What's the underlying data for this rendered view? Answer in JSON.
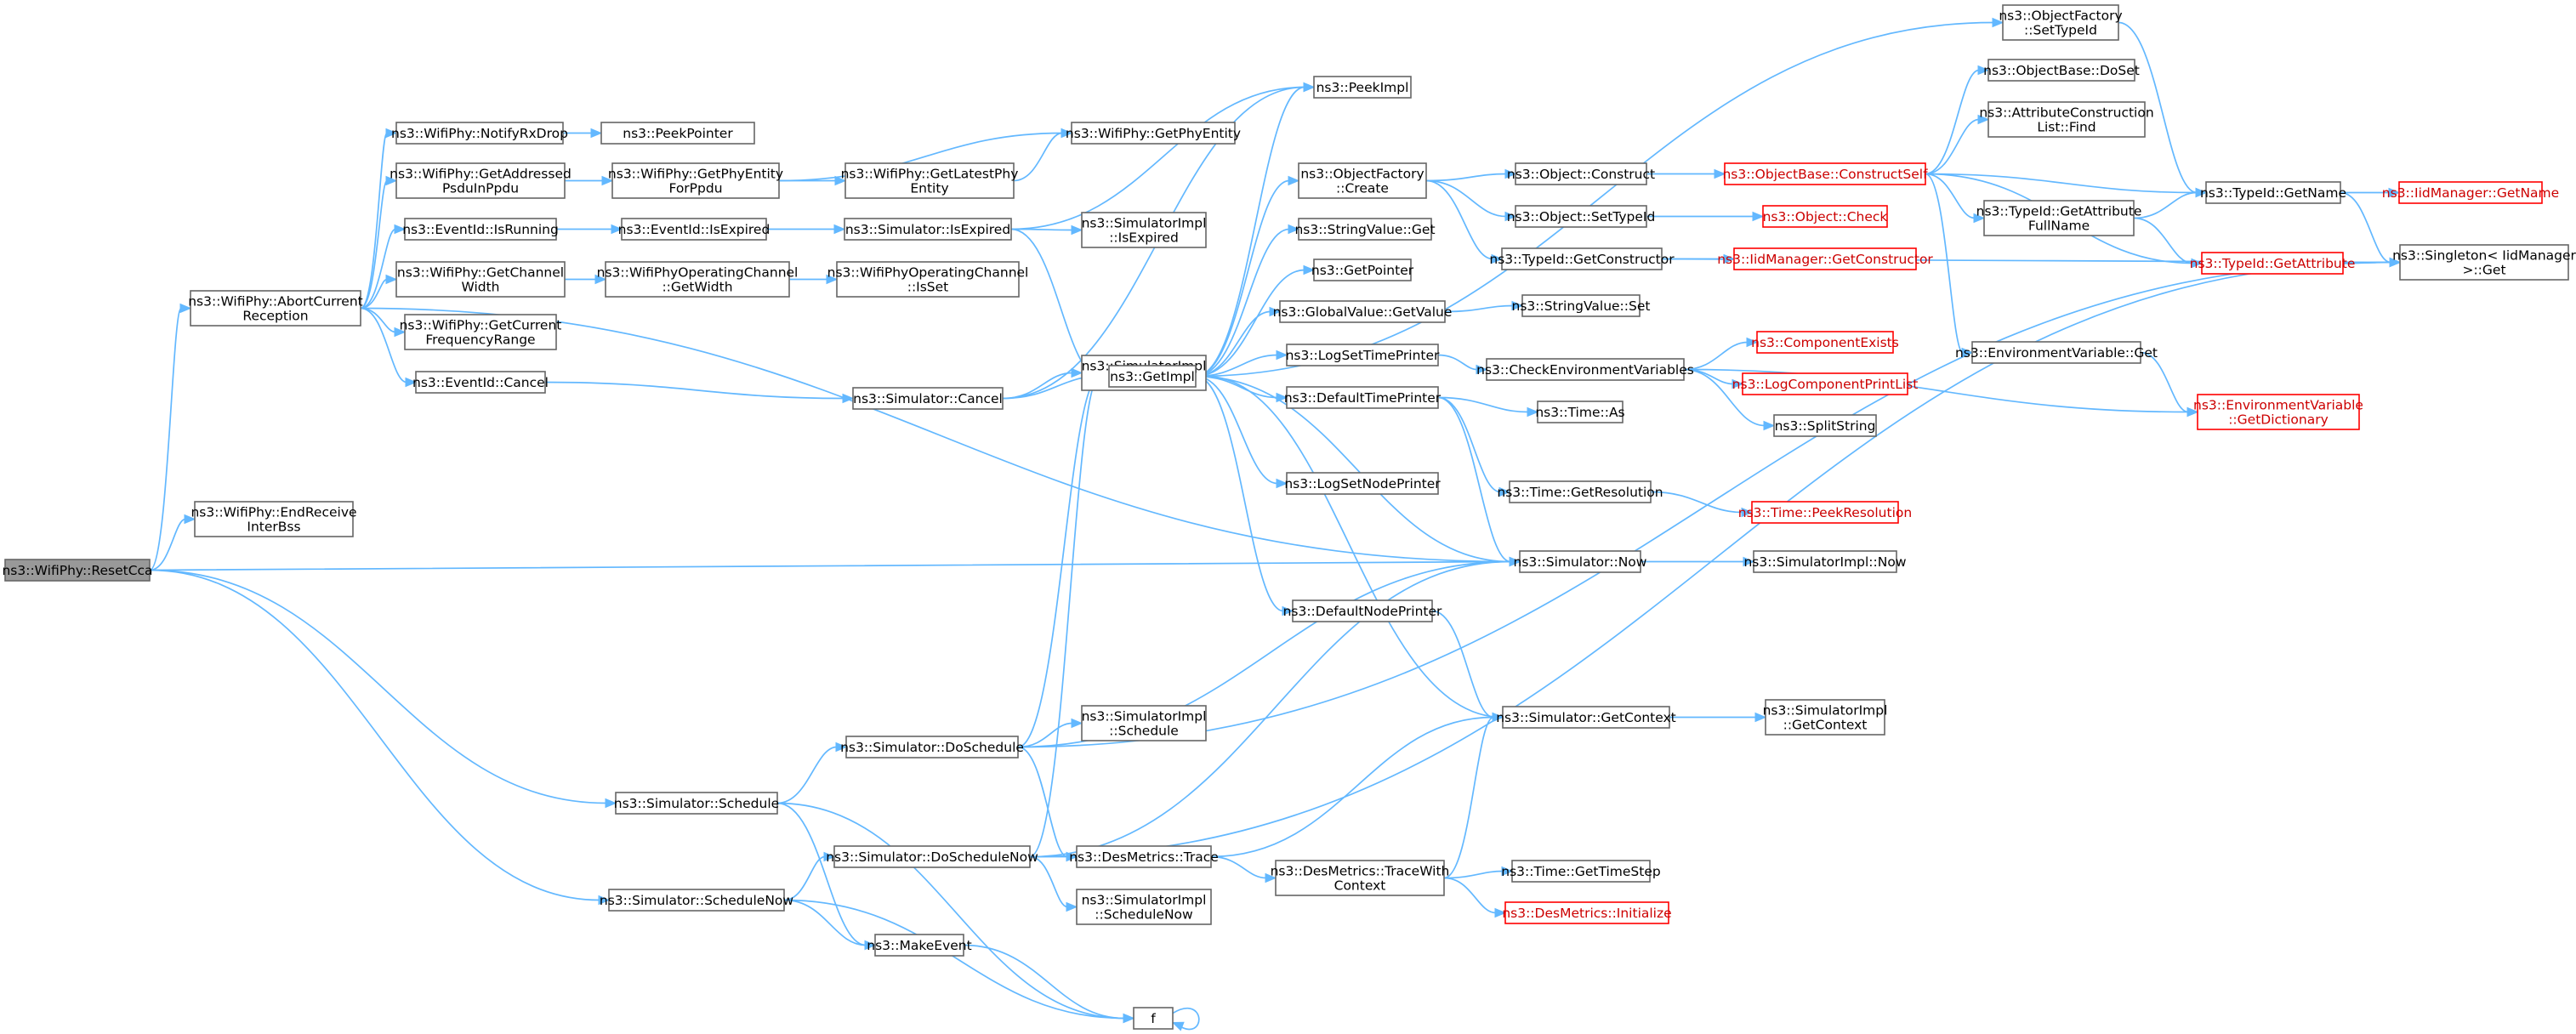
{
  "nodes": [
    {
      "id": "n_resetcca",
      "lines": [
        "ns3::WifiPhy::ResetCca"
      ],
      "root": true,
      "clickable": false
    },
    {
      "id": "n_abort",
      "lines": [
        "ns3::WifiPhy::AbortCurrent",
        "Reception"
      ]
    },
    {
      "id": "n_endrecv",
      "lines": [
        "ns3::WifiPhy::EndReceive",
        "InterBss"
      ]
    },
    {
      "id": "n_sched",
      "lines": [
        "ns3::Simulator::Schedule"
      ]
    },
    {
      "id": "n_schednow",
      "lines": [
        "ns3::Simulator::ScheduleNow"
      ]
    },
    {
      "id": "n_notifyrx",
      "lines": [
        "ns3::WifiPhy::NotifyRxDrop"
      ]
    },
    {
      "id": "n_getaddr",
      "lines": [
        "ns3::WifiPhy::GetAddressed",
        "PsduInPpdu"
      ]
    },
    {
      "id": "n_evrunning",
      "lines": [
        "ns3::EventId::IsRunning"
      ]
    },
    {
      "id": "n_getchw",
      "lines": [
        "ns3::WifiPhy::GetChannel",
        "Width"
      ]
    },
    {
      "id": "n_getfreq",
      "lines": [
        "ns3::WifiPhy::GetCurrent",
        "FrequencyRange"
      ]
    },
    {
      "id": "n_evcancel",
      "lines": [
        "ns3::EventId::Cancel"
      ]
    },
    {
      "id": "n_peekptr",
      "lines": [
        "ns3::PeekPointer"
      ]
    },
    {
      "id": "n_getphyppdu",
      "lines": [
        "ns3::WifiPhy::GetPhyEntity",
        "ForPpdu"
      ]
    },
    {
      "id": "n_evexpired",
      "lines": [
        "ns3::EventId::IsExpired"
      ]
    },
    {
      "id": "n_opchw",
      "lines": [
        "ns3::WifiPhyOperatingChannel",
        "::GetWidth"
      ]
    },
    {
      "id": "n_getphyent",
      "lines": [
        "ns3::WifiPhy::GetPhyEntity"
      ]
    },
    {
      "id": "n_getlatest",
      "lines": [
        "ns3::WifiPhy::GetLatestPhy",
        "Entity"
      ]
    },
    {
      "id": "n_simexpired",
      "lines": [
        "ns3::Simulator::IsExpired"
      ]
    },
    {
      "id": "n_opcisset",
      "lines": [
        "ns3::WifiPhyOperatingChannel",
        "::IsSet"
      ]
    },
    {
      "id": "n_simcancel",
      "lines": [
        "ns3::Simulator::Cancel"
      ]
    },
    {
      "id": "n_simimplexp",
      "lines": [
        "ns3::SimulatorImpl",
        "::IsExpired"
      ]
    },
    {
      "id": "n_simimplcancel",
      "lines": [
        "ns3::SimulatorImpl",
        "::Cancel"
      ]
    },
    {
      "id": "n_getimpl",
      "lines": [
        "ns3::GetImpl"
      ]
    },
    {
      "id": "n_peekimpl",
      "lines": [
        "ns3::PeekImpl"
      ]
    },
    {
      "id": "n_ofcreate",
      "lines": [
        "ns3::ObjectFactory",
        "::Create"
      ]
    },
    {
      "id": "n_strget",
      "lines": [
        "ns3::StringValue::Get"
      ]
    },
    {
      "id": "n_getptr",
      "lines": [
        "ns3::GetPointer"
      ]
    },
    {
      "id": "n_gvget",
      "lines": [
        "ns3::GlobalValue::GetValue"
      ]
    },
    {
      "id": "n_logtime",
      "lines": [
        "ns3::LogSetTimePrinter"
      ]
    },
    {
      "id": "n_deftime",
      "lines": [
        "ns3::DefaultTimePrinter"
      ]
    },
    {
      "id": "n_lognode",
      "lines": [
        "ns3::LogSetNodePrinter"
      ]
    },
    {
      "id": "n_defnode",
      "lines": [
        "ns3::DefaultNodePrinter"
      ]
    },
    {
      "id": "n_doschedule",
      "lines": [
        "ns3::Simulator::DoSchedule"
      ]
    },
    {
      "id": "n_doschednow",
      "lines": [
        "ns3::Simulator::DoScheduleNow"
      ]
    },
    {
      "id": "n_makeevent",
      "lines": [
        "ns3::MakeEvent"
      ]
    },
    {
      "id": "n_f",
      "lines": [
        "f"
      ]
    },
    {
      "id": "n_implsched",
      "lines": [
        "ns3::SimulatorImpl",
        "::Schedule"
      ]
    },
    {
      "id": "n_destrace",
      "lines": [
        "ns3::DesMetrics::Trace"
      ]
    },
    {
      "id": "n_implschednow",
      "lines": [
        "ns3::SimulatorImpl",
        "::ScheduleNow"
      ]
    },
    {
      "id": "n_destracectx",
      "lines": [
        "ns3::DesMetrics::TraceWith",
        "Context"
      ]
    },
    {
      "id": "n_objconstruct",
      "lines": [
        "ns3::Object::Construct"
      ]
    },
    {
      "id": "n_objsettid",
      "lines": [
        "ns3::Object::SetTypeId"
      ]
    },
    {
      "id": "n_tidgetctor",
      "lines": [
        "ns3::TypeId::GetConstructor"
      ]
    },
    {
      "id": "n_strset",
      "lines": [
        "ns3::StringValue::Set"
      ]
    },
    {
      "id": "n_checkenv",
      "lines": [
        "ns3::CheckEnvironmentVariables"
      ]
    },
    {
      "id": "n_timeas",
      "lines": [
        "ns3::Time::As"
      ]
    },
    {
      "id": "n_timegetres",
      "lines": [
        "ns3::Time::GetResolution"
      ]
    },
    {
      "id": "n_simnow",
      "lines": [
        "ns3::Simulator::Now"
      ]
    },
    {
      "id": "n_simgetctx",
      "lines": [
        "ns3::Simulator::GetContext"
      ]
    },
    {
      "id": "n_timegetstep",
      "lines": [
        "ns3::Time::GetTimeStep"
      ]
    },
    {
      "id": "n_desinit",
      "lines": [
        "ns3::DesMetrics::Initialize"
      ],
      "trunc": true
    },
    {
      "id": "n_ofsettid",
      "lines": [
        "ns3::ObjectFactory",
        "::SetTypeId"
      ]
    },
    {
      "id": "n_obconstructself",
      "lines": [
        "ns3::ObjectBase::ConstructSelf"
      ],
      "trunc": true
    },
    {
      "id": "n_objcheck",
      "lines": [
        "ns3::Object::Check"
      ],
      "trunc": true
    },
    {
      "id": "n_iidgetctor",
      "lines": [
        "ns3::IidManager::GetConstructor"
      ],
      "trunc": true
    },
    {
      "id": "n_compexists",
      "lines": [
        "ns3::ComponentExists"
      ],
      "trunc": true
    },
    {
      "id": "n_logcomplist",
      "lines": [
        "ns3::LogComponentPrintList"
      ],
      "trunc": true
    },
    {
      "id": "n_splitstr",
      "lines": [
        "ns3::SplitString"
      ]
    },
    {
      "id": "n_peekres",
      "lines": [
        "ns3::Time::PeekResolution"
      ],
      "trunc": true
    },
    {
      "id": "n_implnow",
      "lines": [
        "ns3::SimulatorImpl::Now"
      ]
    },
    {
      "id": "n_implgetctx",
      "lines": [
        "ns3::SimulatorImpl",
        "::GetContext"
      ]
    },
    {
      "id": "n_obdoset",
      "lines": [
        "ns3::ObjectBase::DoSet"
      ]
    },
    {
      "id": "n_attrfind",
      "lines": [
        "ns3::AttributeConstruction",
        "List::Find"
      ]
    },
    {
      "id": "n_tidgetattrfn",
      "lines": [
        "ns3::TypeId::GetAttribute",
        "FullName"
      ]
    },
    {
      "id": "n_envget",
      "lines": [
        "ns3::EnvironmentVariable::Get"
      ]
    },
    {
      "id": "n_tidgetname",
      "lines": [
        "ns3::TypeId::GetName"
      ]
    },
    {
      "id": "n_tidgetattr",
      "lines": [
        "ns3::TypeId::GetAttribute"
      ],
      "trunc": true
    },
    {
      "id": "n_envgetdict",
      "lines": [
        "ns3::EnvironmentVariable",
        "::GetDictionary"
      ],
      "trunc": true
    },
    {
      "id": "n_iidgetname",
      "lines": [
        "ns3::IidManager::GetName"
      ],
      "trunc": true
    },
    {
      "id": "n_singleton",
      "lines": [
        "ns3::Singleton< IidManager",
        " >::Get"
      ]
    }
  ],
  "edges": [
    [
      "n_resetcca",
      "n_abort"
    ],
    [
      "n_resetcca",
      "n_endrecv"
    ],
    [
      "n_resetcca",
      "n_simnow"
    ],
    [
      "n_resetcca",
      "n_sched"
    ],
    [
      "n_resetcca",
      "n_schednow"
    ],
    [
      "n_abort",
      "n_notifyrx"
    ],
    [
      "n_abort",
      "n_getaddr"
    ],
    [
      "n_abort",
      "n_evrunning"
    ],
    [
      "n_abort",
      "n_getchw"
    ],
    [
      "n_abort",
      "n_getfreq"
    ],
    [
      "n_abort",
      "n_evcancel"
    ],
    [
      "n_abort",
      "n_simnow"
    ],
    [
      "n_notifyrx",
      "n_peekptr"
    ],
    [
      "n_getaddr",
      "n_getphyppdu"
    ],
    [
      "n_getphyppdu",
      "n_getphyent"
    ],
    [
      "n_getphyppdu",
      "n_getlatest"
    ],
    [
      "n_getlatest",
      "n_getphyent"
    ],
    [
      "n_evrunning",
      "n_evexpired"
    ],
    [
      "n_evexpired",
      "n_simexpired"
    ],
    [
      "n_simexpired",
      "n_simimplexp"
    ],
    [
      "n_simexpired",
      "n_peekimpl"
    ],
    [
      "n_simexpired",
      "n_getimpl"
    ],
    [
      "n_getchw",
      "n_opchw"
    ],
    [
      "n_opchw",
      "n_opcisset"
    ],
    [
      "n_evcancel",
      "n_simcancel"
    ],
    [
      "n_simcancel",
      "n_simimplcancel"
    ],
    [
      "n_simcancel",
      "n_getimpl"
    ],
    [
      "n_simcancel",
      "n_peekimpl"
    ],
    [
      "n_getimpl",
      "n_peekimpl"
    ],
    [
      "n_getimpl",
      "n_ofcreate"
    ],
    [
      "n_getimpl",
      "n_strget"
    ],
    [
      "n_getimpl",
      "n_getptr"
    ],
    [
      "n_getimpl",
      "n_gvget"
    ],
    [
      "n_getimpl",
      "n_logtime"
    ],
    [
      "n_getimpl",
      "n_deftime"
    ],
    [
      "n_getimpl",
      "n_lognode"
    ],
    [
      "n_getimpl",
      "n_defnode"
    ],
    [
      "n_getimpl",
      "n_simnow"
    ],
    [
      "n_getimpl",
      "n_ofsettid"
    ],
    [
      "n_ofcreate",
      "n_objconstruct"
    ],
    [
      "n_ofcreate",
      "n_objsettid"
    ],
    [
      "n_ofcreate",
      "n_tidgetctor"
    ],
    [
      "n_objconstruct",
      "n_obconstructself"
    ],
    [
      "n_objsettid",
      "n_objcheck"
    ],
    [
      "n_tidgetctor",
      "n_iidgetctor"
    ],
    [
      "n_tidgetctor",
      "n_singleton"
    ],
    [
      "n_gvget",
      "n_strset"
    ],
    [
      "n_logtime",
      "n_checkenv"
    ],
    [
      "n_checkenv",
      "n_compexists"
    ],
    [
      "n_checkenv",
      "n_logcomplist"
    ],
    [
      "n_checkenv",
      "n_splitstr"
    ],
    [
      "n_checkenv",
      "n_envgetdict"
    ],
    [
      "n_deftime",
      "n_timeas"
    ],
    [
      "n_deftime",
      "n_timegetres"
    ],
    [
      "n_deftime",
      "n_simnow"
    ],
    [
      "n_timegetres",
      "n_peekres"
    ],
    [
      "n_simnow",
      "n_implnow"
    ],
    [
      "n_defnode",
      "n_simgetctx"
    ],
    [
      "n_simgetctx",
      "n_implgetctx"
    ],
    [
      "n_simgetctx",
      "n_getimpl"
    ],
    [
      "n_sched",
      "n_doschedule"
    ],
    [
      "n_sched",
      "n_makeevent"
    ],
    [
      "n_sched",
      "n_f"
    ],
    [
      "n_schednow",
      "n_doschednow"
    ],
    [
      "n_schednow",
      "n_makeevent"
    ],
    [
      "n_schednow",
      "n_f"
    ],
    [
      "n_doschedule",
      "n_getimpl"
    ],
    [
      "n_doschedule",
      "n_implsched"
    ],
    [
      "n_doschedule",
      "n_destrace"
    ],
    [
      "n_doschedule",
      "n_simnow"
    ],
    [
      "n_doschedule",
      "n_singleton"
    ],
    [
      "n_doschednow",
      "n_getimpl"
    ],
    [
      "n_doschednow",
      "n_destrace"
    ],
    [
      "n_doschednow",
      "n_implschednow"
    ],
    [
      "n_doschednow",
      "n_simnow"
    ],
    [
      "n_doschednow",
      "n_singleton"
    ],
    [
      "n_makeevent",
      "n_f"
    ],
    [
      "n_f",
      "n_f"
    ],
    [
      "n_destrace",
      "n_destracectx"
    ],
    [
      "n_destrace",
      "n_simgetctx"
    ],
    [
      "n_destracectx",
      "n_timegetstep"
    ],
    [
      "n_destracectx",
      "n_desinit"
    ],
    [
      "n_destracectx",
      "n_simgetctx"
    ],
    [
      "n_ofsettid",
      "n_tidgetname"
    ],
    [
      "n_obconstructself",
      "n_obdoset"
    ],
    [
      "n_obconstructself",
      "n_attrfind"
    ],
    [
      "n_obconstructself",
      "n_tidgetattrfn"
    ],
    [
      "n_obconstructself",
      "n_envget"
    ],
    [
      "n_obconstructself",
      "n_tidgetname"
    ],
    [
      "n_obconstructself",
      "n_tidgetattr"
    ],
    [
      "n_tidgetattrfn",
      "n_tidgetname"
    ],
    [
      "n_tidgetattrfn",
      "n_tidgetattr"
    ],
    [
      "n_envget",
      "n_envgetdict"
    ],
    [
      "n_tidgetname",
      "n_iidgetname"
    ],
    [
      "n_tidgetname",
      "n_singleton"
    ],
    [
      "n_tidgetattr",
      "n_singleton"
    ]
  ]
}
